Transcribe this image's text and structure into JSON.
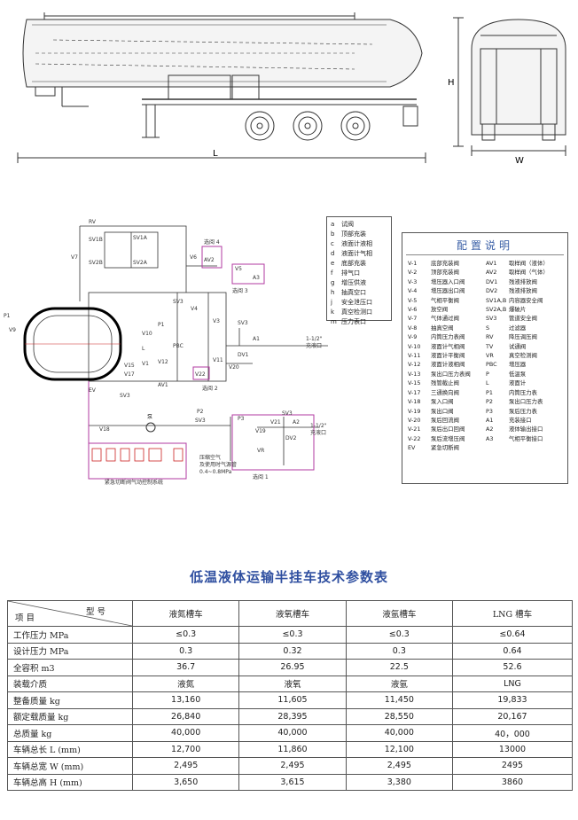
{
  "drawing": {
    "dim_length": "L",
    "dim_width": "W",
    "dim_height": "H"
  },
  "schematic": {
    "labels": {
      "rv": "RV",
      "sv1b": "SV1B",
      "sv1a": "SV1A",
      "sv2b": "SV2B",
      "sv2a": "SV2A",
      "v7": "V7",
      "v6": "V6",
      "av2": "AV2",
      "v5": "V5",
      "a3": "A3",
      "v9": "V9",
      "p1": "P1",
      "v10": "V10",
      "v12": "V12",
      "v1": "V1",
      "v15": "V15",
      "v17": "V17",
      "ev": "EV",
      "sv3a": "SV3",
      "sv3b": "SV3",
      "sv3c": "SV3",
      "sv3d": "SV3",
      "v4": "V4",
      "v3": "V3",
      "l": "L",
      "pbc": "PBC",
      "v11": "V11",
      "av1": "AV1",
      "v22": "V22",
      "a1": "A1",
      "dv1": "DV1",
      "v20": "V20",
      "v18": "V18",
      "v19": "V19",
      "v21": "V21",
      "a2": "A2",
      "dv2": "DV2",
      "p2": "P2",
      "p3": "P3",
      "vr": "VR",
      "box1": "选阅 1",
      "box2": "选阅 2",
      "box3": "选阅 3",
      "box4": "选阅 4",
      "outlet1": "1-1/2\"",
      "outlet1b": "充液口",
      "outlet2": "1-1/2\"",
      "outlet2b": "充液口",
      "pump": "泵",
      "pump_sys": "紧急切断阀气动控制系统",
      "air_src": "压缩空气",
      "air_src2": "及使用时气源管",
      "air_pressure": "0.4~0.8MPa"
    },
    "legend": [
      {
        "k": "a",
        "v": "试阀"
      },
      {
        "k": "b",
        "v": "顶部充装"
      },
      {
        "k": "c",
        "v": "液面计液相"
      },
      {
        "k": "d",
        "v": "液面计气相"
      },
      {
        "k": "e",
        "v": "底部充装"
      },
      {
        "k": "f",
        "v": "排气口"
      },
      {
        "k": "g",
        "v": "增压供液"
      },
      {
        "k": "h",
        "v": "抽真空口"
      },
      {
        "k": "j",
        "v": "安全泄压口"
      },
      {
        "k": "k",
        "v": "真空检测口"
      },
      {
        "k": "m",
        "v": "压力表口"
      }
    ]
  },
  "config": {
    "title": "配置说明",
    "left": [
      {
        "k": "V-1",
        "v": "底部充装阀"
      },
      {
        "k": "V-2",
        "v": "顶部充装阀"
      },
      {
        "k": "V-3",
        "v": "增压器入口阀"
      },
      {
        "k": "V-4",
        "v": "增压器出口阀"
      },
      {
        "k": "V-5",
        "v": "气相平衡阀"
      },
      {
        "k": "V-6",
        "v": "放空阀"
      },
      {
        "k": "V-7",
        "v": "气体通过阀"
      },
      {
        "k": "V-8",
        "v": "抽真空阀"
      },
      {
        "k": "V-9",
        "v": "内筒压力表阀"
      },
      {
        "k": "V-10",
        "v": "液面计气相阀"
      },
      {
        "k": "V-11",
        "v": "液面计平衡阀"
      },
      {
        "k": "V-12",
        "v": "液面计液相阀"
      },
      {
        "k": "V-13",
        "v": "泵出口压力表阀"
      },
      {
        "k": "V-15",
        "v": "残管截止阀"
      },
      {
        "k": "V-17",
        "v": "三通换向阀"
      },
      {
        "k": "V-18",
        "v": "泵入口阀"
      },
      {
        "k": "V-19",
        "v": "泵出口阀"
      },
      {
        "k": "V-20",
        "v": "泵后回流阀"
      },
      {
        "k": "V-21",
        "v": "泵后出口回阀"
      },
      {
        "k": "V-22",
        "v": "泵后流增压阀"
      },
      {
        "k": "EV",
        "v": "紧急切断阀"
      }
    ],
    "right": [
      {
        "k": "AV1",
        "v": "取样阀（液体）"
      },
      {
        "k": "AV2",
        "v": "取样阀（气体）"
      },
      {
        "k": "DV1",
        "v": "残液排放阀"
      },
      {
        "k": "DV2",
        "v": "残液排放阀"
      },
      {
        "k": "SV1A,B",
        "v": "内容器安全阀"
      },
      {
        "k": "SV2A,B",
        "v": "爆破片"
      },
      {
        "k": "SV3",
        "v": "管道安全阀"
      },
      {
        "k": "S",
        "v": "过滤器"
      },
      {
        "k": "RV",
        "v": "降压调压阀"
      },
      {
        "k": "TV",
        "v": "试通阀"
      },
      {
        "k": "VR",
        "v": "真空检测阀"
      },
      {
        "k": "PBC",
        "v": "增压器"
      },
      {
        "k": "P",
        "v": "低温泵"
      },
      {
        "k": "L",
        "v": "液面计"
      },
      {
        "k": "P1",
        "v": "内筒压力表"
      },
      {
        "k": "P2",
        "v": "泵出口压力表"
      },
      {
        "k": "P3",
        "v": "泵后压力表"
      },
      {
        "k": "A1",
        "v": "充装接口"
      },
      {
        "k": "A2",
        "v": "液体输出接口"
      },
      {
        "k": "A3",
        "v": "气相平衡接口"
      }
    ]
  },
  "spec": {
    "title": "低温液体运输半挂车技术参数表",
    "header_model": "型 号",
    "header_item": "项 目",
    "columns": [
      "液氮槽车",
      "液氧槽车",
      "液氩槽车",
      "LNG 槽车"
    ],
    "rows": [
      {
        "label": "工作压力 MPa",
        "values": [
          "≤0.3",
          "≤0.3",
          "≤0.3",
          "≤0.64"
        ]
      },
      {
        "label": "设计压力 MPa",
        "values": [
          "0.3",
          "0.32",
          "0.3",
          "0.64"
        ]
      },
      {
        "label": "全容积 m3",
        "values": [
          "36.7",
          "26.95",
          "22.5",
          "52.6"
        ]
      },
      {
        "label": "装载介质",
        "values": [
          "液氮",
          "液氧",
          "液氩",
          "LNG"
        ]
      },
      {
        "label": "整备质量 kg",
        "values": [
          "13,160",
          "11,605",
          "11,450",
          "19,833"
        ]
      },
      {
        "label": "额定载质量 kg",
        "values": [
          "26,840",
          "28,395",
          "28,550",
          "20,167"
        ]
      },
      {
        "label": "总质量 kg",
        "values": [
          "40,000",
          "40,000",
          "40,000",
          "40，000"
        ]
      },
      {
        "label": "车辆总长 L (mm)",
        "values": [
          "12,700",
          "11,860",
          "12,100",
          "13000"
        ]
      },
      {
        "label": "车辆总宽 W (mm)",
        "values": [
          "2,495",
          "2,495",
          "2,495",
          "2495"
        ]
      },
      {
        "label": "车辆总高 H (mm)",
        "values": [
          "3,650",
          "3,615",
          "3,380",
          "3860"
        ]
      }
    ]
  }
}
